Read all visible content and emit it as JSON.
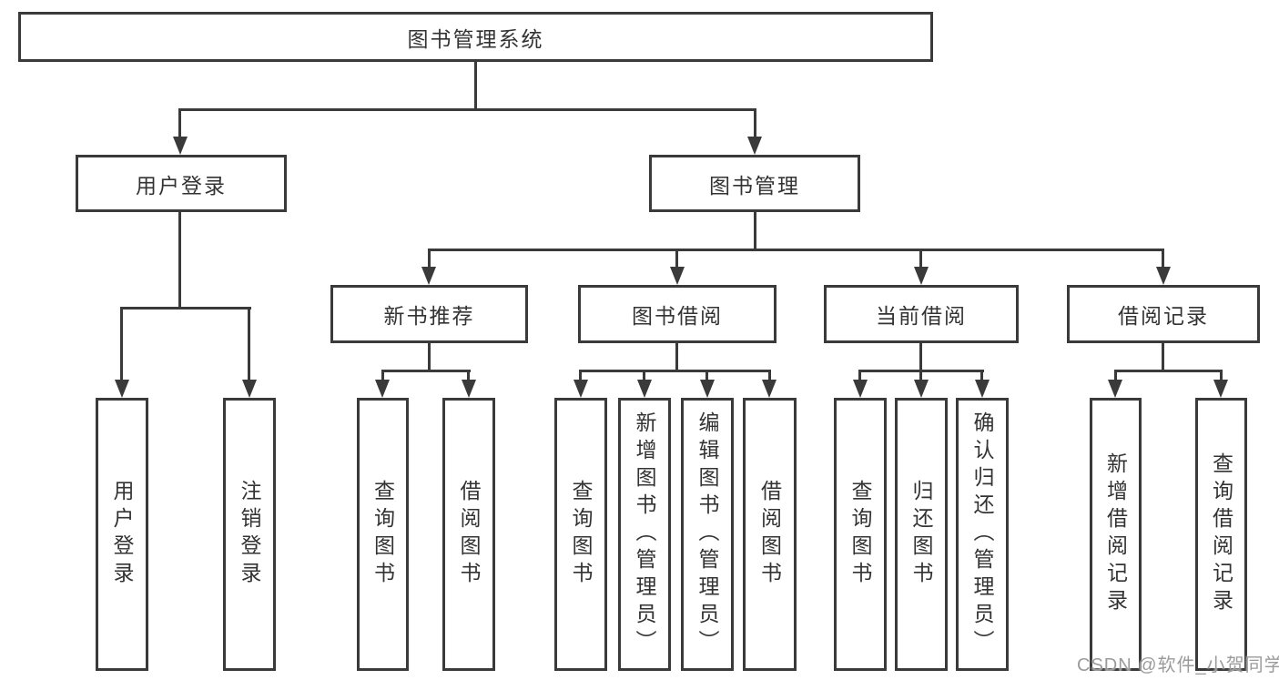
{
  "colors": {
    "line": "#3a3a3a",
    "text": "#333333",
    "box_bg": "#ffffff",
    "watermark": "#9b9b9b"
  },
  "watermark": {
    "text": "CSDN @软件_小贺同学"
  },
  "tree": {
    "root": {
      "label": "图书管理系统"
    },
    "branches": [
      {
        "label": "用户登录",
        "children": [
          {
            "label": "用户登录"
          },
          {
            "label": "注销登录"
          }
        ]
      },
      {
        "label": "图书管理",
        "children": [
          {
            "label": "新书推荐",
            "children": [
              {
                "label": "查询图书"
              },
              {
                "label": "借阅图书"
              }
            ]
          },
          {
            "label": "图书借阅",
            "children": [
              {
                "label": "查询图书"
              },
              {
                "label": "新增图书（管理员）"
              },
              {
                "label": "编辑图书（管理员）"
              },
              {
                "label": "借阅图书"
              }
            ]
          },
          {
            "label": "当前借阅",
            "children": [
              {
                "label": "查询图书"
              },
              {
                "label": "归还图书"
              },
              {
                "label": "确认归还（管理员）"
              }
            ]
          },
          {
            "label": "借阅记录",
            "children": [
              {
                "label": "新增借阅记录"
              },
              {
                "label": "查询借阅记录"
              }
            ]
          }
        ]
      }
    ]
  }
}
